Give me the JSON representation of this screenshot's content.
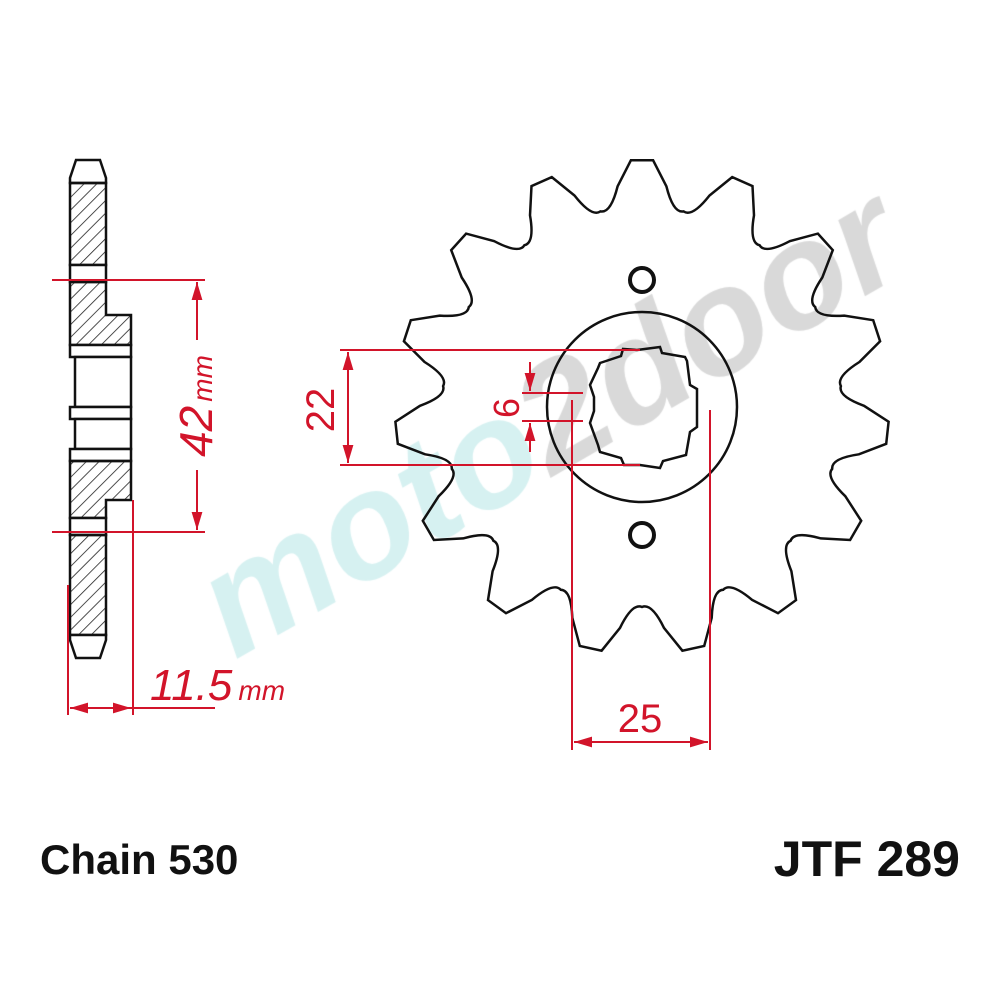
{
  "colors": {
    "outline": "#111111",
    "dimension": "#d2142a",
    "watermark_moto": "#d6f1f1",
    "watermark_2door": "#d9d9d9"
  },
  "sprocket": {
    "teeth": 15
  },
  "dimensions": {
    "bore_outer": "22",
    "spline_width": "6",
    "bolt_spacing": "25",
    "pcd": "42",
    "pcd_unit": "mm",
    "hub_width": "11.5",
    "hub_width_unit": "mm"
  },
  "watermark": {
    "part1": "moto",
    "part2": "2door"
  },
  "labels": {
    "chain": "Chain 530",
    "part_number": "JTF 289"
  }
}
